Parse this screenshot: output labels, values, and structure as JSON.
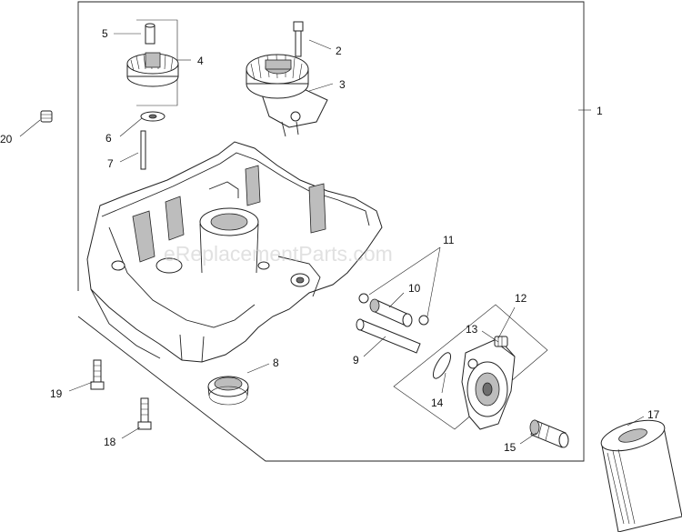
{
  "watermark": "eReplacementParts.com",
  "callouts": {
    "c1": "1",
    "c2": "2",
    "c3": "3",
    "c4": "4",
    "c5": "5",
    "c6": "6",
    "c7": "7",
    "c8": "8",
    "c9": "9",
    "c10": "10",
    "c11": "11",
    "c12": "12",
    "c13": "13",
    "c14": "14",
    "c15": "15",
    "c17": "17",
    "c18": "18",
    "c19": "19",
    "c20": "20"
  }
}
